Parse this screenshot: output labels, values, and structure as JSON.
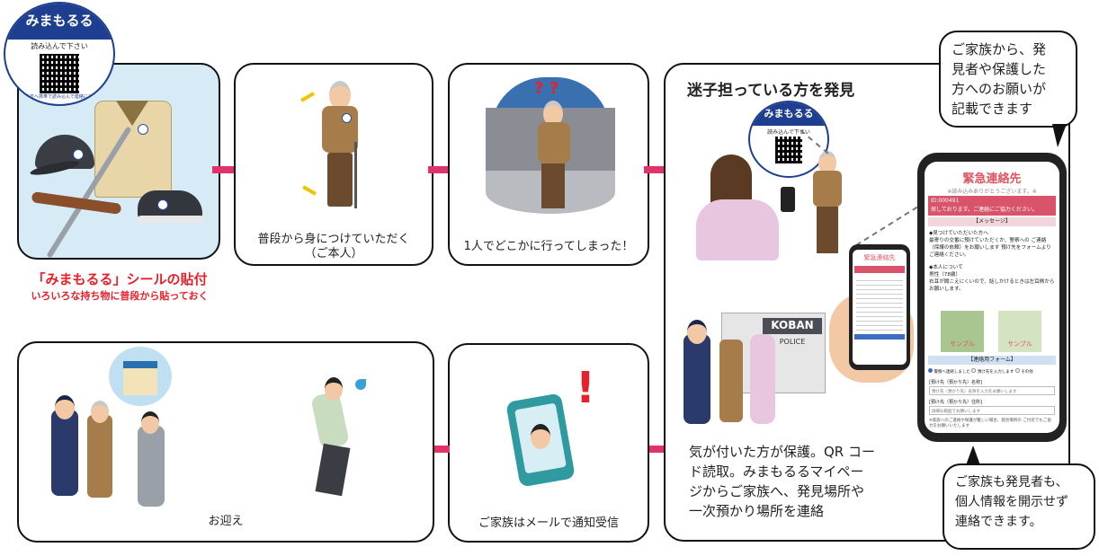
{
  "sticker": {
    "brand": "みまもるる",
    "read_prompt": "読み込んで下さい",
    "ring_text": "発見者様の方へ携帯で読み込んで連絡にご協力ください"
  },
  "step1": {
    "title": "「みまもるる」シールの貼付",
    "subtitle": "いろいろな持ち物に普段から貼っておく"
  },
  "step2": {
    "caption_line1": "普段から身につけていただく",
    "caption_line2": "（ご本人）"
  },
  "step3": {
    "caption": "1人でどこかに行ってしまった！",
    "question_marks": "? ?"
  },
  "step4": {
    "title": "迷子担っている方を発見",
    "police_sign": "KOBAN",
    "police_sub": "POLICE",
    "description_lines": [
      "気が付いた方が保護。QR コー",
      "ド読取。みまもるるマイペー",
      "ジからご家族へ、発見場所や",
      "一次預かり場所を連絡"
    ]
  },
  "phone": {
    "header": "緊急連絡先",
    "thanks": "※読み込みありがとうございます。※",
    "id": "ID:000491",
    "banner": "探しております。ご連絡にご協力ください。",
    "message_header": "【メッセージ】",
    "finder_title": "◆見つけていただいた方へ",
    "finder_text": "最寄りの交番に預けていただくか、警察への ご連絡（保護の依頼）をお願いします 預け先をフォームよりご連絡ください。",
    "person_title": "◆本人について",
    "person_age": "男性（78歳）",
    "person_text": "右耳が聞こえにくいので、話しかけるときは左耳側からお願いします。",
    "photo_label": "サンプル",
    "form_header": "【連絡用フォーム】",
    "radio1": "警察へ連絡しました",
    "radio2": "預け先を入力します",
    "radio3": "その他",
    "field1_label": "[預け先（預かり先）名称]",
    "field1_placeholder": "預け先（預かり先）名称を入力をお願いします",
    "field2_label": "[預け先（預かり先）住所]",
    "field2_placeholder": "詳細な範囲でお願いします",
    "footer": "※家族へのご連絡や保護が難しい場合、発見場所の ご付近でもご協力をお願いいたします"
  },
  "bubble_top": {
    "lines": [
      "ご家族から、発",
      "見者や保護した",
      "方へのお願いが",
      "記載できます"
    ]
  },
  "bubble_bottom": {
    "lines": [
      "ご家族も発見者も、",
      "個人情報を開示せず",
      "連絡できます。"
    ]
  },
  "step5": {
    "caption": "ご家族はメールで通知受信",
    "alert": "!"
  },
  "step6": {
    "caption": "お迎え"
  },
  "colors": {
    "arrow": "#e0336a",
    "accent_red": "#e8202a",
    "phone_header": "#e05561",
    "banner": "#d9536a",
    "form_blue": "#3d6dbf",
    "panel_bg_step1": "#d6ebf5"
  }
}
